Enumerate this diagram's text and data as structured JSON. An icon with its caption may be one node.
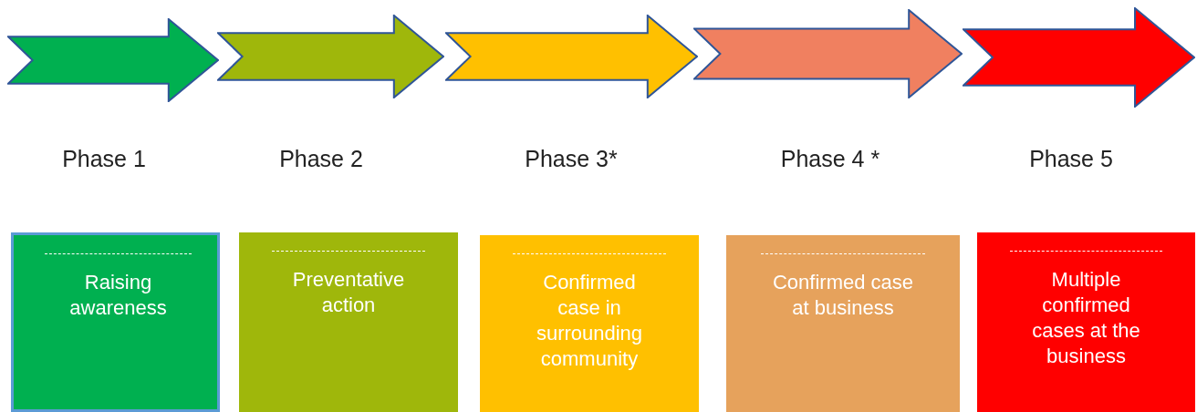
{
  "diagram": {
    "nodes": [
      {
        "text": [],
        "shape": "arrow"
      },
      {
        "text": [],
        "shape": "arrow"
      },
      {
        "text": [],
        "shape": "arrow"
      },
      {
        "text": [],
        "shape": "arrow"
      },
      {
        "text": [],
        "shape": "arrow"
      },
      {
        "text": [
          "Phase 1",
          "Raising awareness"
        ]
      },
      {
        "text": [
          "Phase 2",
          "Preventative action"
        ]
      },
      {
        "text": [
          "Phase 3*",
          "Confirmed case in surrounding community"
        ]
      },
      {
        "text": [
          "Phase 4 *",
          "Confirmed case at business"
        ]
      },
      {
        "text": [
          "Phase 5",
          "Multiple confirmed cases at the business"
        ]
      }
    ]
  }
}
